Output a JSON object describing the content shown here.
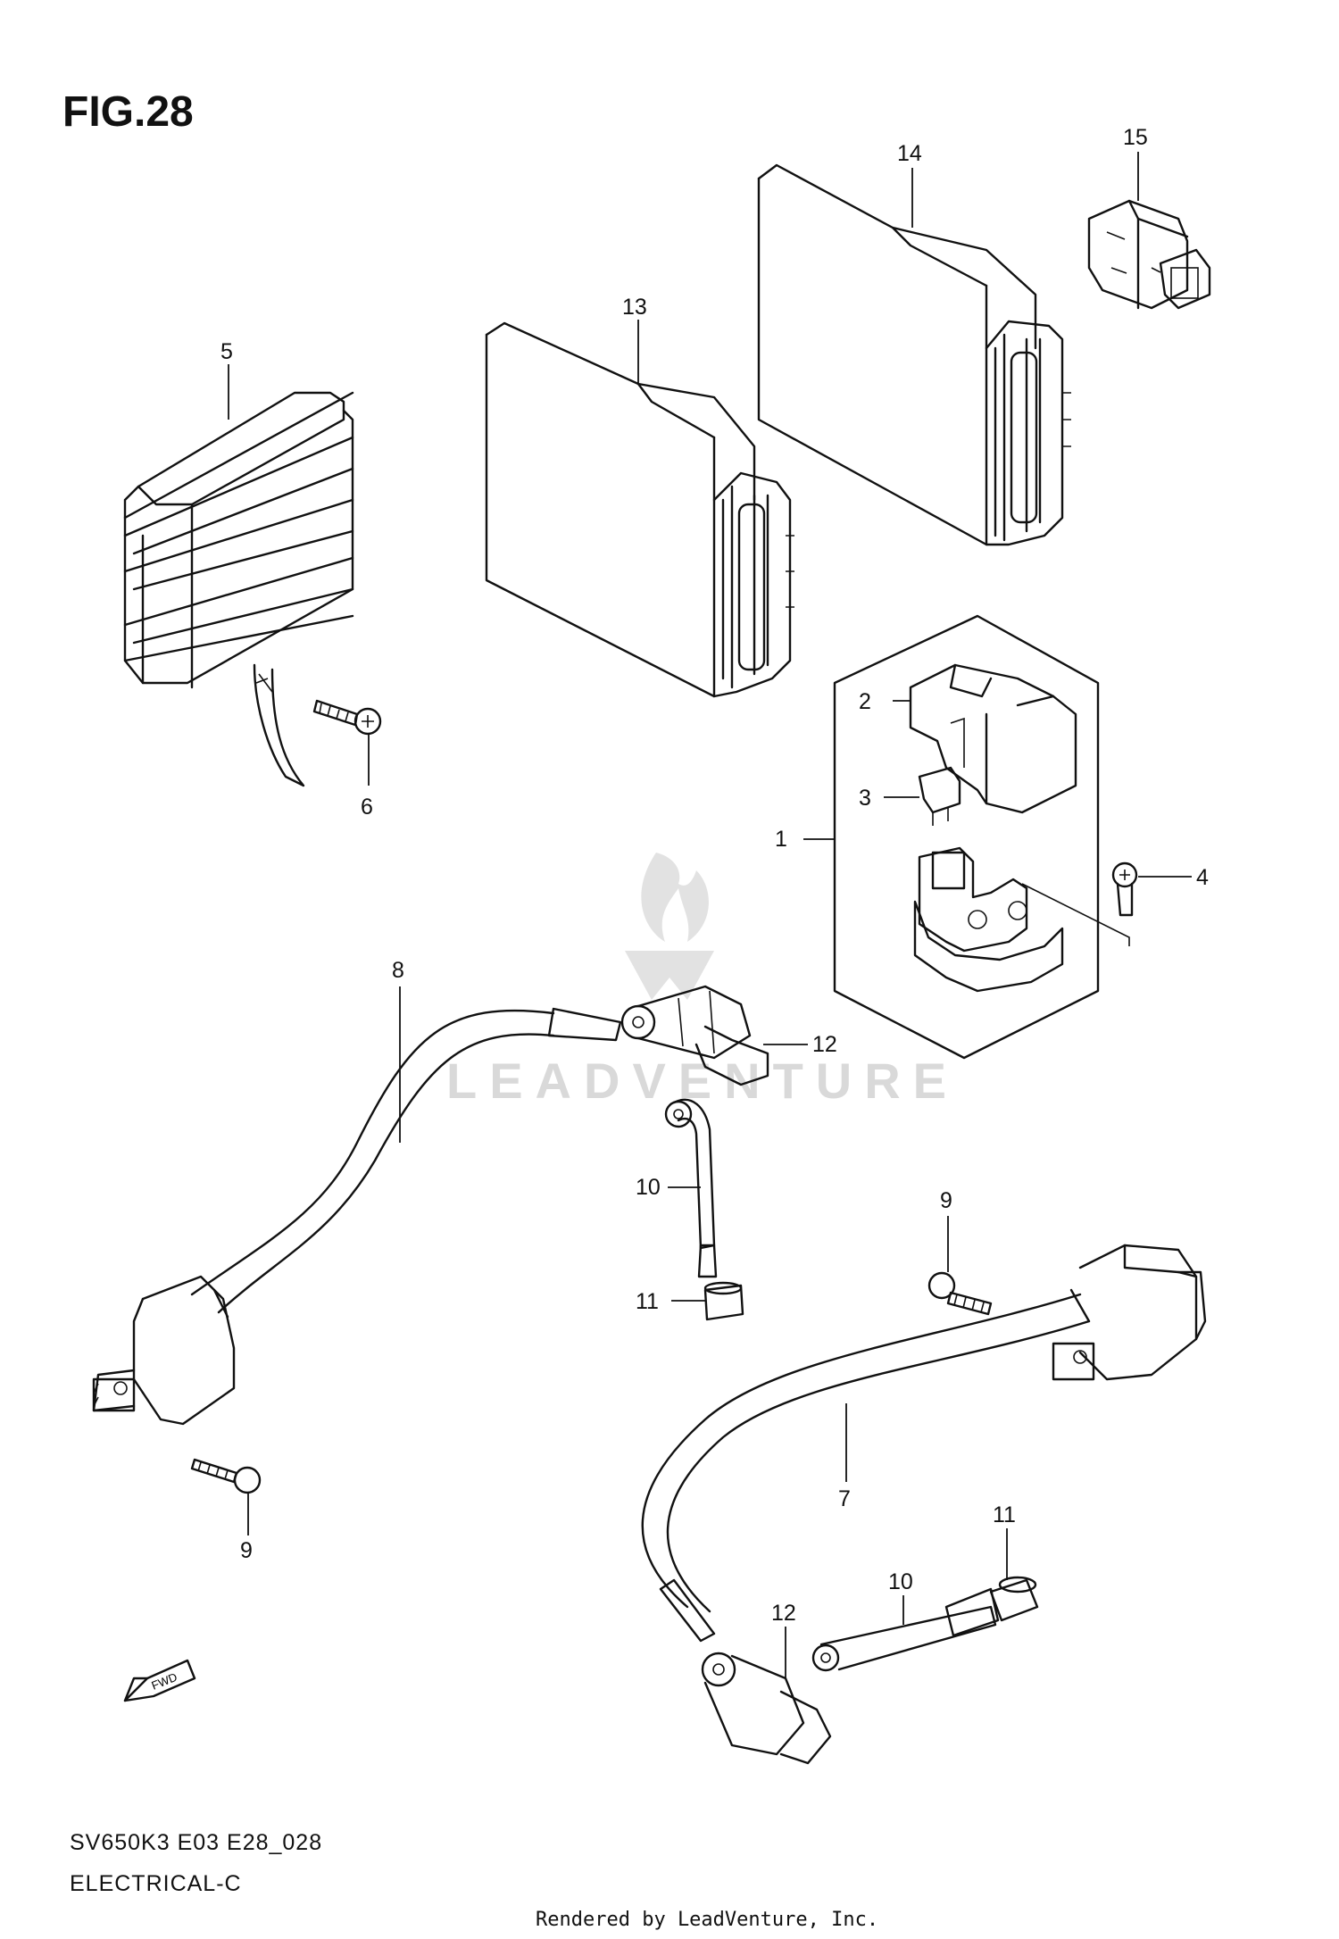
{
  "figure": {
    "title": "FIG.28",
    "model_code": "SV650K3 E03 E28_028",
    "subtitle": "ELECTRICAL-C",
    "credit": "Rendered by LeadVenture, Inc.",
    "watermark": "LEADVENTURE",
    "fwd_label": "FWD"
  },
  "callouts": [
    "1",
    "2",
    "3",
    "4",
    "5",
    "6",
    "7",
    "8",
    "9",
    "9",
    "10",
    "10",
    "11",
    "11",
    "12",
    "12",
    "13",
    "14",
    "15"
  ]
}
